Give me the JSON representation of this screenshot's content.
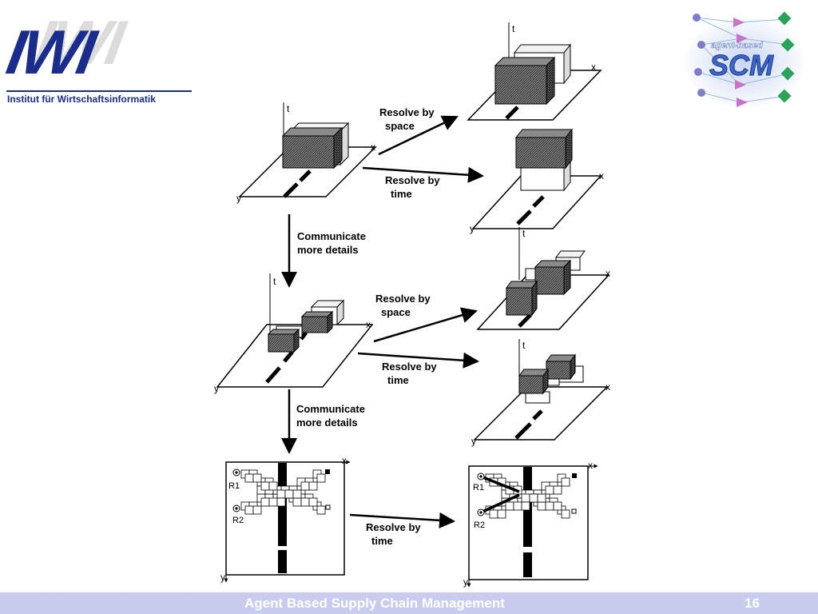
{
  "logo_iwi": {
    "letters": "IWI",
    "subtitle": "Institut für Wirtschaftsinformatik"
  },
  "logo_scm": {
    "tagline": "agent-based",
    "name": "SCM"
  },
  "labels": {
    "resolve_space_1": [
      "Resolve by",
      "space"
    ],
    "resolve_time_1": [
      "Resolve by",
      "time"
    ],
    "communicate_1": [
      "Communicate",
      "more details"
    ],
    "resolve_space_2": [
      "Resolve by",
      "space"
    ],
    "resolve_time_2": [
      "Resolve by",
      "time"
    ],
    "communicate_2": [
      "Communicate",
      "more details"
    ],
    "resolve_time_3": [
      "Resolve by",
      "time"
    ]
  },
  "axes": {
    "t": "t",
    "x": "x",
    "y": "y"
  },
  "robots": {
    "r1": "R1",
    "r2": "R2"
  },
  "footer": {
    "title": "Agent Based Supply Chain Management",
    "page": "16"
  },
  "colors": {
    "footer_bg": "#c8cdf0",
    "logo_blue": "#1a2c8c",
    "box_dark": "#505050"
  }
}
